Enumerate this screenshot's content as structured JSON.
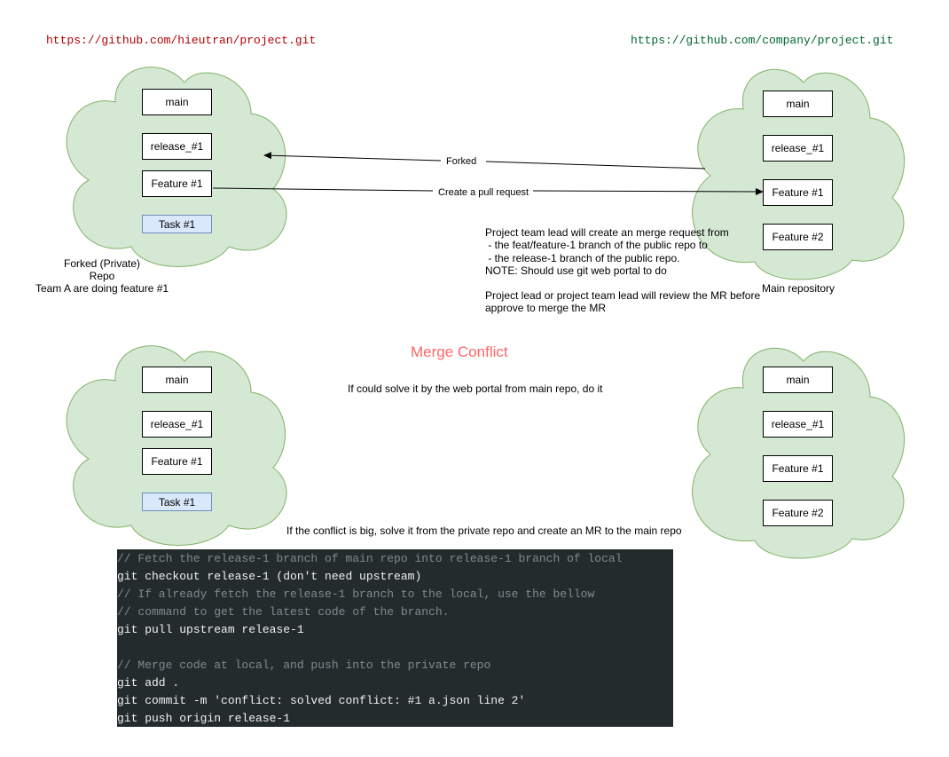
{
  "urls": {
    "private": "https://github.com/hieutran/project.git",
    "main": "https://github.com/company/project.git"
  },
  "top_left_cloud": {
    "branches": [
      "main",
      "release_#1",
      "Feature #1"
    ],
    "task": "Task #1",
    "caption": [
      "Forked (Private)",
      "Repo",
      "Team A are doing feature #1"
    ]
  },
  "top_right_cloud": {
    "branches": [
      "main",
      "release_#1",
      "Feature #1",
      "Feature #2"
    ],
    "caption": "Main repository"
  },
  "arrows": {
    "forked": "Forked",
    "pull_request": "Create a pull request"
  },
  "notes": {
    "merge_request": [
      "Project team lead will create an merge request from",
      " - the feat/feature-1 branch of the public repo to",
      " - the release-1 branch of the public repo.",
      "NOTE: Should use git web portal to do",
      "",
      "Project lead or project team lead will review the MR before",
      "approve to merge the MR"
    ],
    "merge_conflict_title": "Merge Conflict",
    "web_portal": "If could solve it by the web portal from main repo, do it",
    "big_conflict": "If the conflict is big, solve it from the private repo and create an MR to the main repo"
  },
  "bottom_left_cloud": {
    "branches": [
      "main",
      "release_#1",
      "Feature #1"
    ],
    "task": "Task #1"
  },
  "bottom_right_cloud": {
    "branches": [
      "main",
      "release_#1",
      "Feature #1",
      "Feature #2"
    ]
  },
  "code_lines": [
    {
      "text": "// Fetch the release-1 branch of main repo into release-1 branch of local",
      "comment": true
    },
    {
      "text": "git checkout release-1 (don't need upstream)",
      "comment": false
    },
    {
      "text": "// If already fetch the release-1 branch to the local, use the bellow",
      "comment": true
    },
    {
      "text": "// command to get the latest code of the branch.",
      "comment": true
    },
    {
      "text": "git pull upstream release-1",
      "comment": false
    },
    {
      "text": "",
      "comment": false
    },
    {
      "text": "// Merge code at local, and push into the private repo",
      "comment": true
    },
    {
      "text": "git add .",
      "comment": false
    },
    {
      "text": "git commit -m 'conflict: solved conflict: #1 a.json line 2'",
      "comment": false
    },
    {
      "text": "git push origin release-1",
      "comment": false
    }
  ],
  "colors": {
    "cloud_fill": "#d5e8d4",
    "cloud_stroke": "#82b366",
    "private_url": "#b20000",
    "main_url": "#006633",
    "merge_conflict": "#ff6666",
    "code_bg": "#242b2d",
    "task_fill": "#dae8fc",
    "task_stroke": "#6c8ebf"
  }
}
